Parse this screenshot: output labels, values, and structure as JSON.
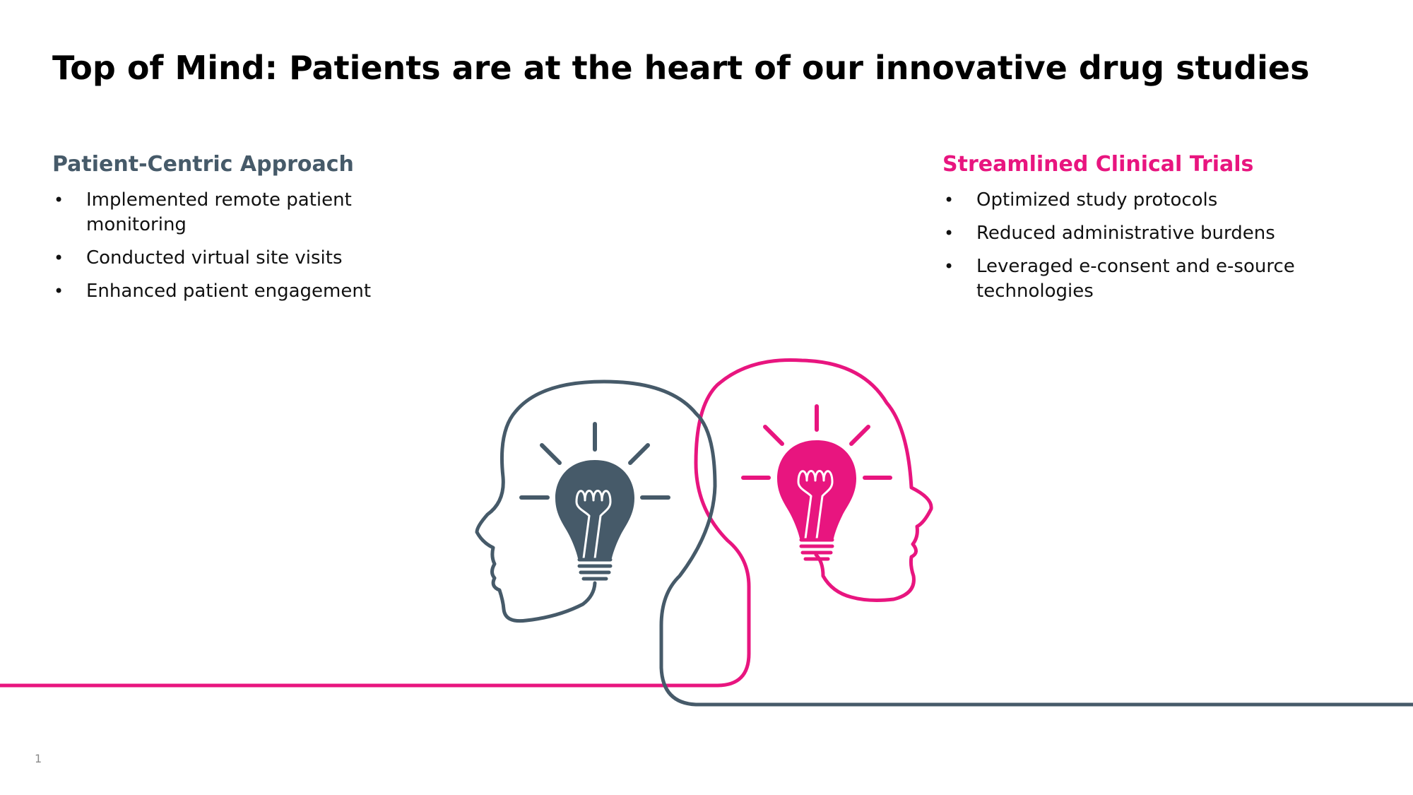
{
  "slide": {
    "title": "Top of Mind: Patients are at the heart of our innovative drug studies",
    "page_number": "1"
  },
  "left_column": {
    "heading": "Patient-Centric Approach",
    "bullets": [
      "Implemented remote patient monitoring",
      "Conducted virtual site visits",
      "Enhanced patient engagement"
    ]
  },
  "right_column": {
    "heading": "Streamlined Clinical Trials",
    "bullets": [
      "Optimized study protocols",
      "Reduced administrative burdens",
      "Leveraged e-consent and e-source technologies"
    ]
  },
  "colors": {
    "slate": "#465a69",
    "pink": "#e8157f",
    "text": "#111111"
  },
  "icons": {
    "bullet_glyph": "•",
    "left_head": "head-outline-slate-icon",
    "right_head": "head-outline-pink-icon",
    "left_bulb": "lightbulb-slate-icon",
    "right_bulb": "lightbulb-pink-icon"
  }
}
